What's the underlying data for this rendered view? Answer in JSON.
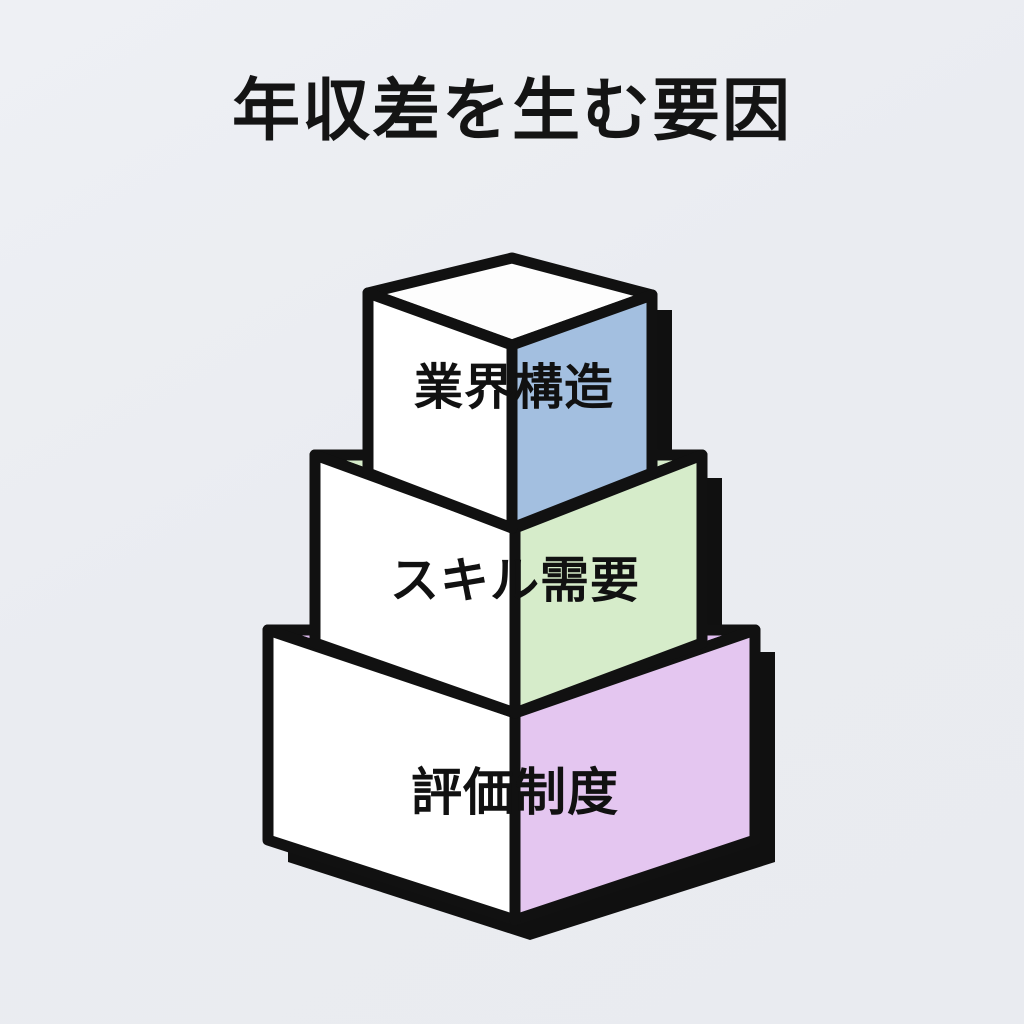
{
  "poster": {
    "title": "年収差を生む要因",
    "background_color": "#eceef3",
    "outline_color": "#111111",
    "shadow_color": "#101010",
    "front_face_color": "#ffffff",
    "text_color": "#111111"
  },
  "diagram": {
    "type": "stacked-isometric-blocks",
    "orientation": "pyramid-stack-largest-at-bottom",
    "tiers": [
      {
        "position": "top",
        "label": "業界構造",
        "accent_color": "#a3bfe0",
        "top_face_color": "#ffffff",
        "front_face_color": "#ffffff"
      },
      {
        "position": "middle",
        "label": "スキル需要",
        "accent_color": "#d6ecca",
        "top_face_color": "#d6ecca",
        "front_face_color": "#ffffff"
      },
      {
        "position": "bottom",
        "label": "評価制度",
        "accent_color": "#e4c6f0",
        "top_face_color": "#e0bdf0",
        "front_face_color": "#ffffff"
      }
    ]
  }
}
